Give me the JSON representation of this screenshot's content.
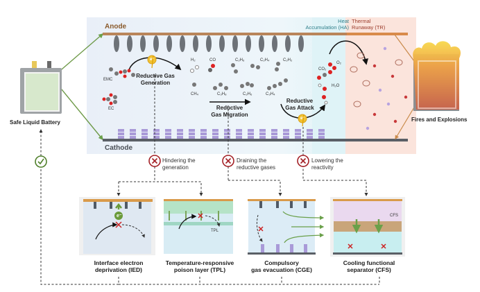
{
  "battery": {
    "label": "Safe Liquid Battery"
  },
  "main": {
    "anode_label": "Anode",
    "cathode_label": "Cathode",
    "zone_ha": [
      "Heat",
      "Accumulation (HA)"
    ],
    "zone_tr": [
      "Thermal",
      "Runaway (TR)"
    ],
    "solvents": [
      "EMC",
      "EC"
    ],
    "electron": "e⁻",
    "process_generation": [
      "Reductive Gas",
      "Generation"
    ],
    "process_migration": [
      "Reductive",
      "Gas Migration"
    ],
    "process_attack": [
      "Reductive",
      "Gas Attack"
    ],
    "gases_top": [
      "H₂",
      "CO",
      "C₂H₆",
      "C₂H₄",
      "C₂H₂"
    ],
    "gases_bottom": [
      "CH₄",
      "C₃H₈",
      "C₂H₆",
      "C₃H₄"
    ],
    "oxidants": [
      "O₂",
      "CO₂",
      "H₂O"
    ]
  },
  "fire": {
    "label": "Fires and Explosions"
  },
  "strategies": [
    {
      "text": [
        "Hindering the",
        "generation"
      ]
    },
    {
      "text": [
        "Draining the",
        "reductive gases"
      ]
    },
    {
      "text": [
        "Lowering the",
        "reactivity"
      ]
    }
  ],
  "panels": [
    {
      "caption": [
        "Interface electron",
        "deprivation (IED)"
      ],
      "tag": ""
    },
    {
      "caption": [
        "Temperature-responsive",
        "poison layer (TPL)"
      ],
      "tag": "TPL"
    },
    {
      "caption": [
        "Compulsory",
        "gas evacuation (CGE)"
      ],
      "tag": ""
    },
    {
      "caption": [
        "Cooling functional",
        "separator (CFS)"
      ],
      "tag": "CFS"
    }
  ],
  "colors": {
    "anode": "#b9855a",
    "cathode": "#5a5f66",
    "ha_zone": "#dff3f7",
    "tr_zone": "#fbe4dc",
    "cross": "#a32026",
    "check": "#4f7f2a",
    "label_brown": "#8a5a2b",
    "ha_text": "#2f7f8a",
    "tr_text": "#9b3a2a"
  }
}
